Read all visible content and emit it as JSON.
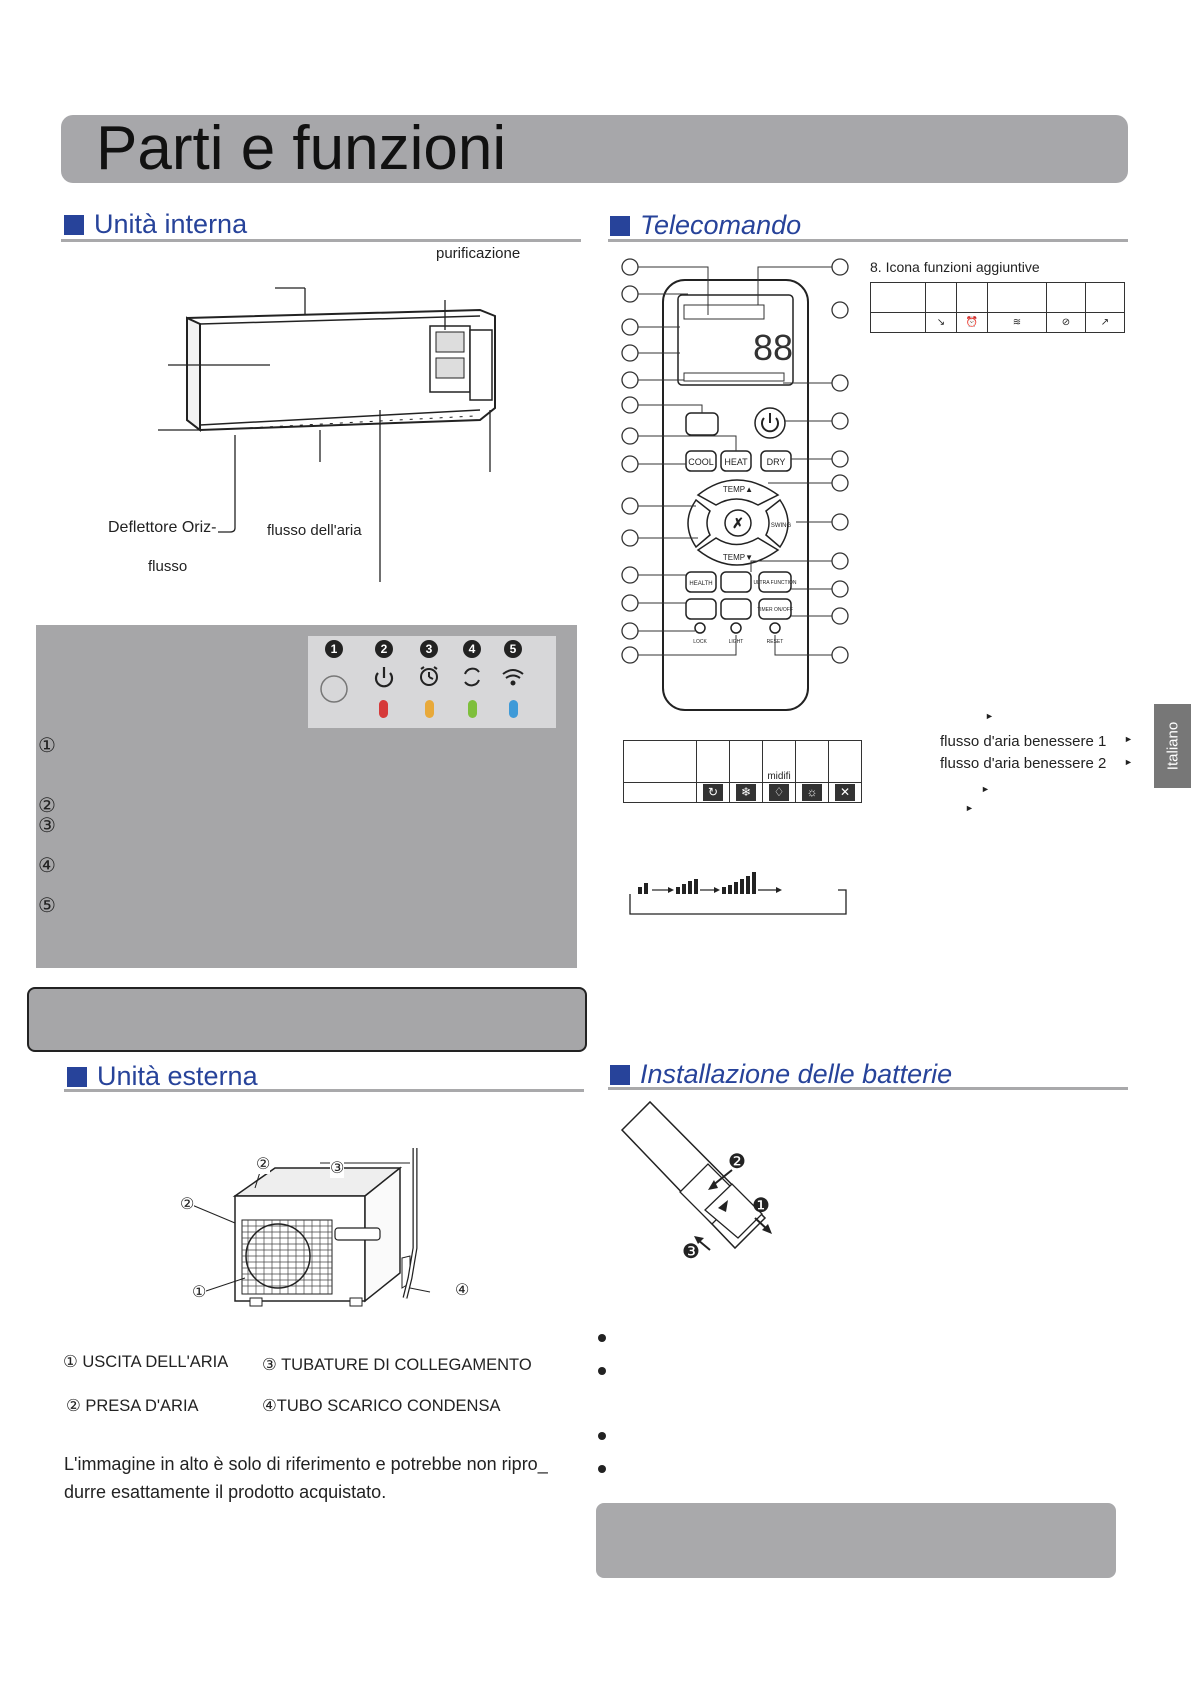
{
  "page": {
    "title": "Parti e funzioni",
    "side_tab": "Italiano"
  },
  "sections": {
    "indoor": "Unità interna",
    "remote": "Telecomando",
    "outdoor": "Unità esterna",
    "batteries": "Installazione delle batterie"
  },
  "indoor_labels": {
    "purification": "purificazione",
    "deflector": "Deflettore Oriz-",
    "airflow": "flusso dell'aria",
    "flow": "flusso"
  },
  "led_panel": {
    "numbers": [
      "1",
      "2",
      "3",
      "4",
      "5"
    ],
    "icons": [
      "sensor-icon",
      "power-icon",
      "alarm-clock-icon",
      "refresh-icon",
      "wifi-icon"
    ],
    "led_colors": [
      "#d63a3a",
      "#e8a93a",
      "#7ebf3c",
      "#3f9ad8"
    ]
  },
  "led_legend_numbers": [
    "①",
    "②",
    "③",
    "④",
    "⑤"
  ],
  "remote": {
    "buttons": {
      "cool": "COOL",
      "heat": "HEAT",
      "dry": "DRY",
      "temp_up": "TEMP▲",
      "temp_down": "TEMP▼",
      "swing": "SWING",
      "health": "HEALTH",
      "ultra": "ULTRA FUNCTION",
      "timer": "TIMER ON/OFF",
      "lock": "LOCK",
      "light": "LIGHT",
      "reset": "RESET"
    },
    "lcd_digits": "88"
  },
  "extra_functions": {
    "title": "8. Icona funzioni aggiuntive"
  },
  "mode_table": {
    "label": "midifi"
  },
  "airflow_labels": {
    "wellbeing1": "flusso d'aria benessere 1",
    "wellbeing2": "flusso d'aria benessere 2"
  },
  "outdoor_legend": {
    "item1": "① USCITA DELL'ARIA",
    "item3": "③ TUBATURE DI COLLEGAMENTO",
    "item2": "② PRESA D'ARIA",
    "item4": "④TUBO SCARICO CONDENSA"
  },
  "outdoor_callouts": [
    "①",
    "②",
    "②",
    "③",
    "④"
  ],
  "outdoor_note": "L'immagine in alto è solo di riferimento e potrebbe non riprodurre esattamente il prodotto acquistato.",
  "outdoor_note_lines": [
    "L'immagine in alto è solo di riferimento e potrebbe non ripro_",
    "durre esattamente il prodotto acquistato."
  ],
  "battery_steps": [
    "❶",
    "❷",
    "❸"
  ]
}
